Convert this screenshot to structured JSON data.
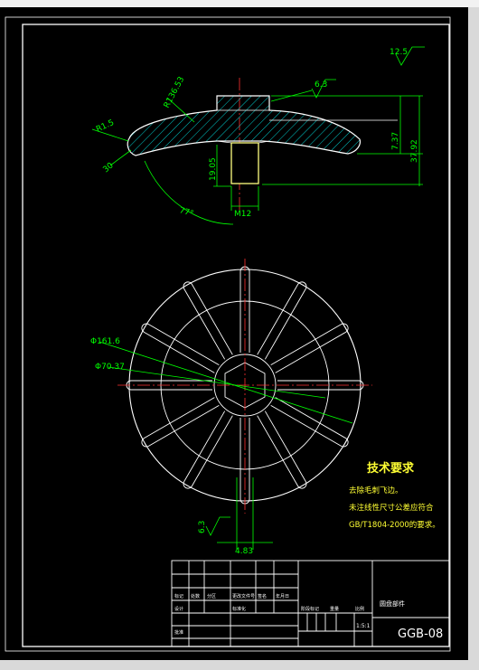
{
  "drawing": {
    "part_name": "圆盘部件",
    "drawing_no": "GGB-08",
    "scale": "1:5:1",
    "colors": {
      "background": "#000000",
      "outline": "#ffffff",
      "dimension": "#00ff00",
      "hatch": "#00ffff",
      "center": "#ff0000",
      "tech_text": "#ffff00",
      "sleeve": "#ffff80"
    }
  },
  "tech_requirements": {
    "title": "技术要求",
    "line1": "去除毛刺飞边。",
    "line2": "未注线性尺寸公差应符合",
    "line3": "GB/T1804-2000的要求。"
  },
  "roughness": {
    "general": "12.5",
    "surface": "6.3",
    "bottom": "6.3"
  },
  "dims": {
    "r_small": "R1.5",
    "r_large": "R136.53",
    "thickness": "30",
    "angle": "77°",
    "height_sleeve": "19.05",
    "bore": "M12",
    "h_boss": "7.37",
    "h_total": "37.92",
    "dia_outer": "Φ161.6",
    "dia_inner": "Φ70.37",
    "width_rib": "4.83"
  },
  "title_block": {
    "cells_row1": [
      "标记",
      "处数",
      "分区",
      "更改文件号",
      "签名",
      "年月日"
    ],
    "cells_row2": [
      "设计",
      "",
      "",
      "标准化",
      "",
      ""
    ],
    "label_process": "阶段标记",
    "label_weight": "重量",
    "label_scale": "比例",
    "label_approve": "批准"
  }
}
